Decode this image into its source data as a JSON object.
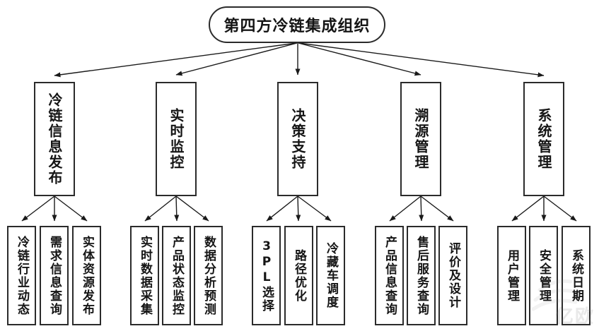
{
  "root": {
    "label": "第四方冷链集成组织"
  },
  "branches": [
    {
      "label": "冷链信息发布",
      "children": [
        "冷链行业动态",
        "需求信息查询",
        "实体资源发布"
      ]
    },
    {
      "label": "实时监控",
      "children": [
        "实时数据采集",
        "产品状态监控",
        "数据分析预测"
      ]
    },
    {
      "label": "决策支持",
      "children": [
        "3PL选择",
        "路径优化",
        "冷藏车调度"
      ]
    },
    {
      "label": "溯源管理",
      "children": [
        "产品信息查询",
        "售后服务查询",
        "评价及设计"
      ]
    },
    {
      "label": "系统管理",
      "children": [
        "用户管理",
        "安全管理",
        "系统日期"
      ]
    }
  ],
  "watermark": "亿欧",
  "colors": {
    "background": "#ffffff",
    "box_border": "#2b2b2b",
    "line": "#1a1a1a",
    "text": "#151515"
  }
}
